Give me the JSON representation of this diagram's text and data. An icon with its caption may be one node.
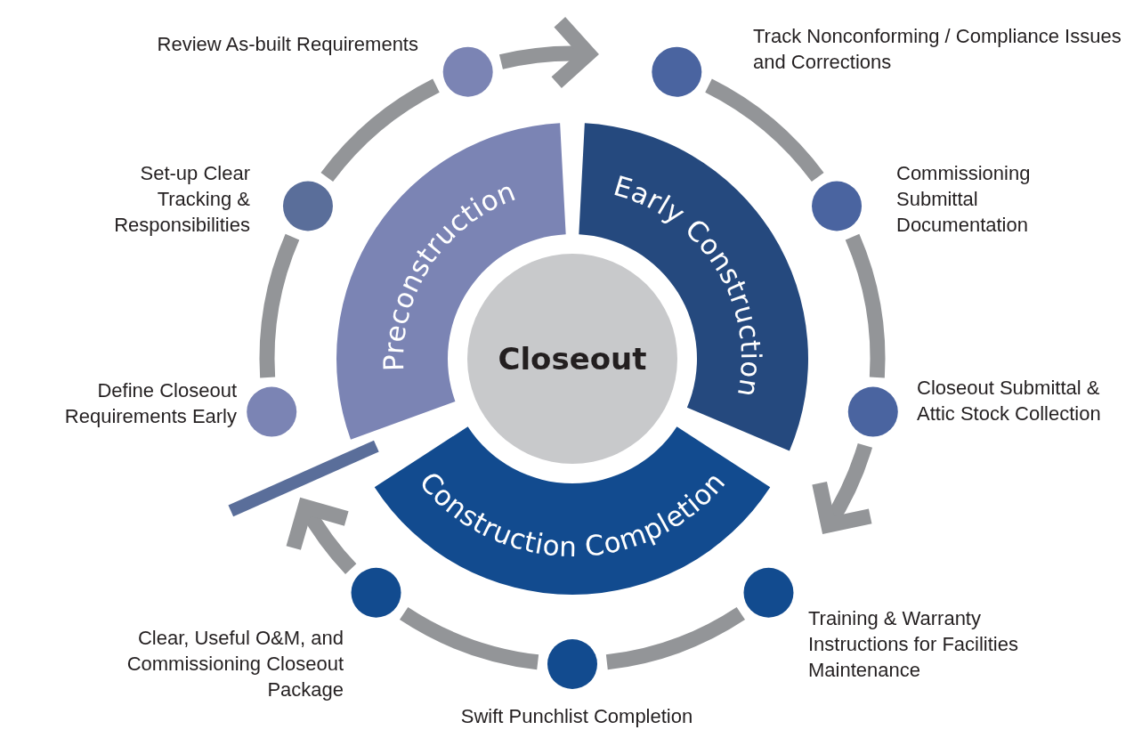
{
  "diagram": {
    "nodes": [
      {
        "text": [
          "Closeout"
        ]
      },
      {
        "text": [
          "Preconstruction"
        ]
      },
      {
        "text": [
          "Early Construction"
        ]
      },
      {
        "text": [
          "Construction Completion"
        ]
      },
      {
        "text": [],
        "shape": "circle",
        "beside": [
          "Review As-built Requirements"
        ]
      },
      {
        "text": [],
        "shape": "circle",
        "beside": [
          "Track Nonconforming / Compliance Issues and Corrections"
        ]
      },
      {
        "text": [],
        "shape": "circle",
        "beside": [
          "Commissioning Submittal Documentation"
        ]
      },
      {
        "text": [],
        "shape": "circle",
        "beside": [
          "Closeout Submittal & Attic Stock Collection"
        ]
      },
      {
        "text": [],
        "shape": "circle",
        "beside": [
          "Training & Warranty Instructions for Facilities Maintenance"
        ]
      },
      {
        "text": [],
        "shape": "circle",
        "beside": [
          "Swift Punchlist Completion"
        ]
      },
      {
        "text": [],
        "shape": "circle",
        "beside": [
          "Clear, Useful O&M, and Commissioning Closeout Package"
        ]
      },
      {
        "text": [],
        "shape": "circle",
        "beside": [
          "Define Closeout Requirements Early"
        ]
      },
      {
        "text": [],
        "shape": "circle",
        "beside": [
          "Set-up Clear Tracking & Responsibilities"
        ]
      },
      {
        "text": [],
        "shape": "bar"
      }
    ],
    "edges": [
      {
        "from": 4,
        "to": 5,
        "arrow": "to"
      },
      {
        "from": 5,
        "to": 6,
        "arrow": "none"
      },
      {
        "from": 6,
        "to": 7,
        "arrow": "none"
      },
      {
        "from": 7,
        "to": 8,
        "arrow": "to"
      },
      {
        "from": 8,
        "to": 9,
        "arrow": "none"
      },
      {
        "from": 9,
        "to": 10,
        "arrow": "none"
      },
      {
        "from": 10,
        "to": 13,
        "arrow": "to"
      },
      {
        "from": 11,
        "to": 12,
        "arrow": "none"
      },
      {
        "from": 12,
        "to": 4,
        "arrow": "none"
      }
    ]
  }
}
